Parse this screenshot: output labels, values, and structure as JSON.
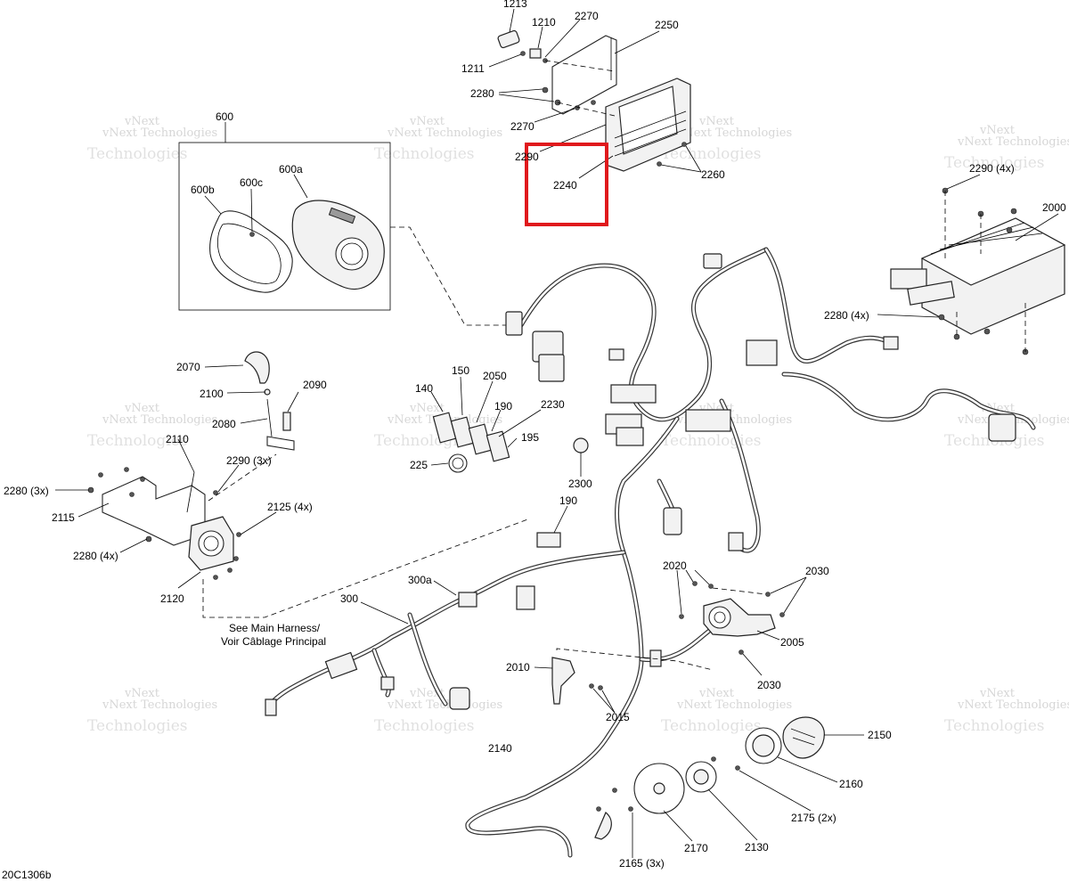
{
  "drawing_code": "20C1306b",
  "watermark": {
    "line1": "vNext Technologies",
    "line2": "vNext",
    "line3": "Technologies"
  },
  "highlight_color": "#e0191c",
  "highlighted_part": "2240",
  "labels": {
    "p1213": "1213",
    "p1210": "1210",
    "p2270a": "2270",
    "p2250": "2250",
    "p1211": "1211",
    "p2280a": "2280",
    "p2270b": "2270",
    "p2290a": "2290",
    "p2240": "2240",
    "p2260": "2260",
    "p600": "600",
    "p600a": "600a",
    "p600b": "600b",
    "p600c": "600c",
    "p2290b": "2290 (4x)",
    "p2000": "2000",
    "p2280b": "2280 (4x)",
    "p2070": "2070",
    "p2100": "2100",
    "p2090": "2090",
    "p2080": "2080",
    "p2110": "2110",
    "p2290c": "2290 (3x)",
    "p2280c": "2280 (3x)",
    "p2115": "2115",
    "p2125": "2125 (4x)",
    "p2280d": "2280 (4x)",
    "p2120": "2120",
    "p140": "140",
    "p150": "150",
    "p2050": "2050",
    "p190a": "190",
    "p2230": "2230",
    "p195": "195",
    "p225": "225",
    "p2300": "2300",
    "p190b": "190",
    "p300a": "300a",
    "p300": "300",
    "note1": "See Main Harness/",
    "note2": "Voir Câblage Principal",
    "p2020": "2020",
    "p2030a": "2030",
    "p2005": "2005",
    "p2030b": "2030",
    "p2010": "2010",
    "p2015": "2015",
    "p2140": "2140",
    "p2150": "2150",
    "p2160": "2160",
    "p2175": "2175 (2x)",
    "p2170": "2170",
    "p2130": "2130",
    "p2165": "2165 (3x)"
  }
}
